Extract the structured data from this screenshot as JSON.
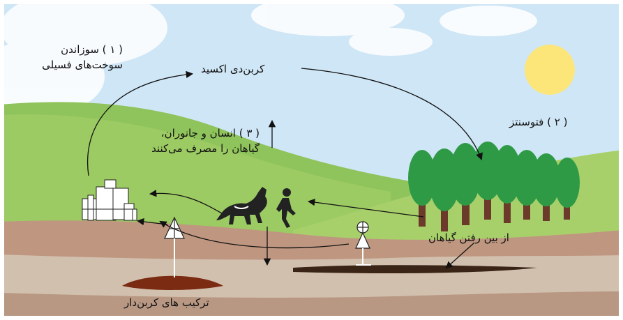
{
  "labels": {
    "burning": "( ۱ ) سوزاندن سوخت‌های فسیلی",
    "co2": "کربن‌دی اکسید",
    "photosynthesis": "( ۲ ) فتوسنتز",
    "consumption": "( ۳ ) انسان و جانوران، گیاهان را مصرف می‌کنند",
    "plant_death": "از بین رفتن گیاهان",
    "carbon_compounds": "ترکیب های کربن‌دار"
  },
  "colors": {
    "sky": "#cfe6f6",
    "hill": "#8fc35b",
    "hill_light": "#a8d06a",
    "soil": "#bf9680",
    "rock": "#d2c0ae",
    "deep": "#b89883",
    "deposit": "#7a2b12",
    "sun": "#fce67a",
    "tree": "#2f9a46",
    "trunk": "#6b3a2a"
  },
  "icons": [
    "sun-icon",
    "forest-icon",
    "factory-icon",
    "oil-derrick-icon",
    "windmill-pump-icon",
    "horse-icon",
    "person-walking-icon"
  ]
}
